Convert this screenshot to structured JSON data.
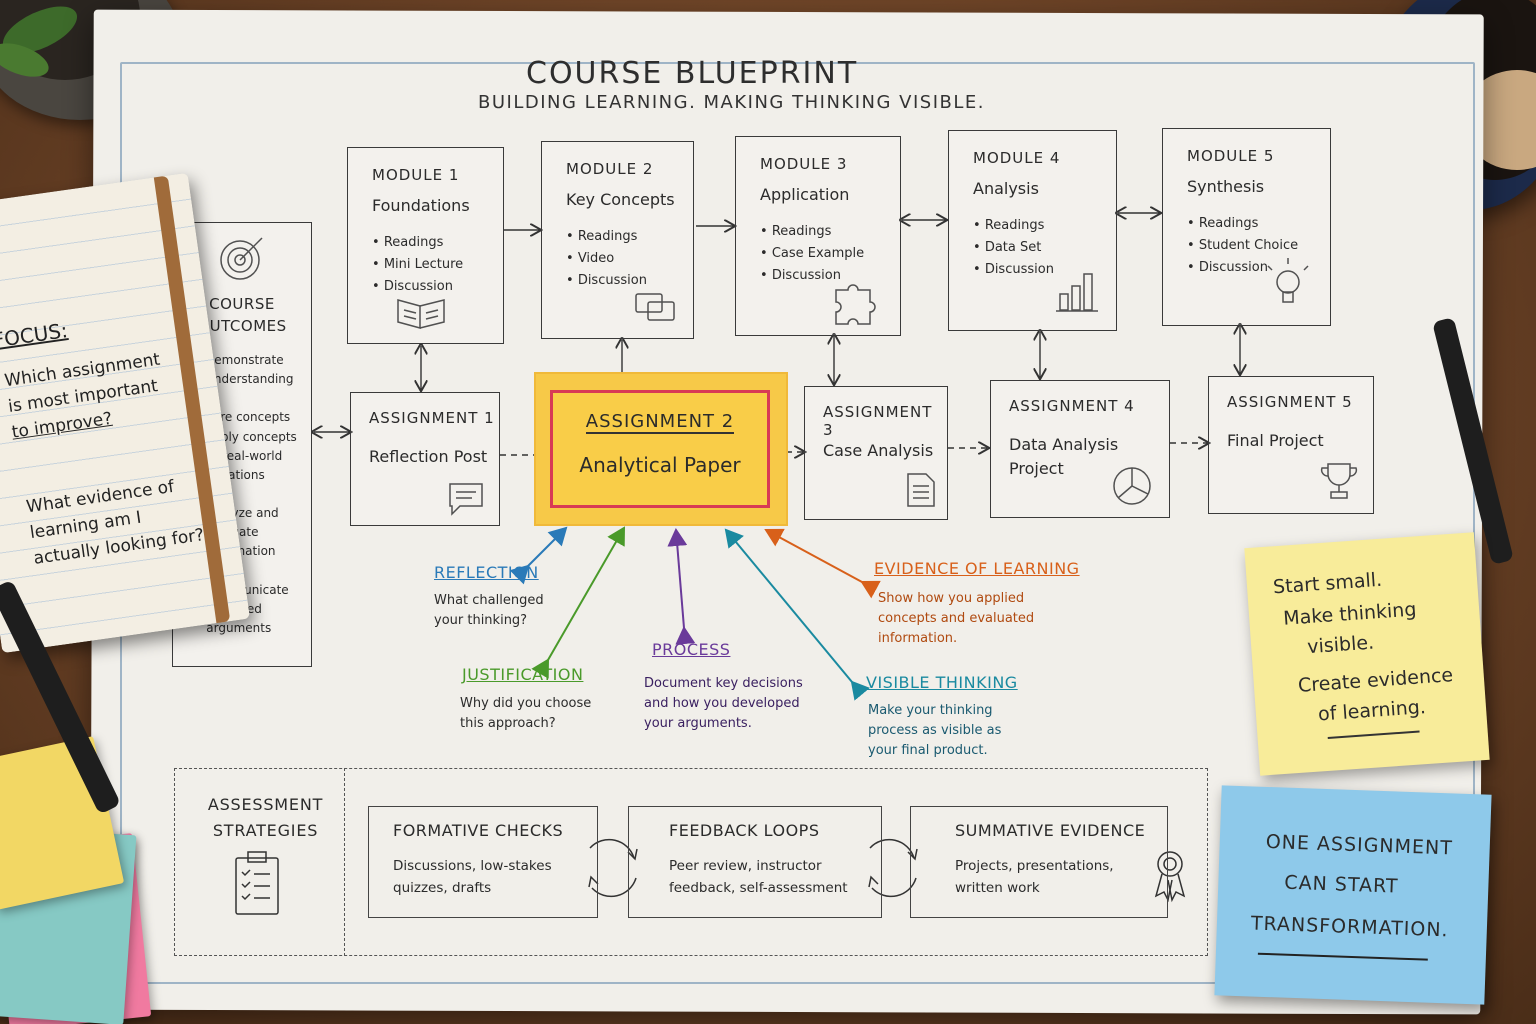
{
  "title": "COURSE BLUEPRINT",
  "subtitle": "BUILDING LEARNING.   MAKING THINKING VISIBLE.",
  "outcomes": {
    "heading_line1": "COURSE",
    "heading_line2": "OUTCOMES",
    "items": [
      [
        "Demonstrate",
        "understanding of",
        "core concepts"
      ],
      [
        "Apply concepts",
        "to real-world",
        "situations"
      ],
      [
        "Analyze and",
        "evaluate",
        "information"
      ],
      [
        "Communicate",
        "reasoned",
        "arguments"
      ]
    ]
  },
  "modules": [
    {
      "label": "MODULE 1",
      "name": "Foundations",
      "items": [
        "Readings",
        "Mini Lecture",
        "Discussion"
      ],
      "icon": "book-icon"
    },
    {
      "label": "MODULE 2",
      "name": "Key Concepts",
      "items": [
        "Readings",
        "Video",
        "Discussion"
      ],
      "icon": "chat-bubbles-icon"
    },
    {
      "label": "MODULE 3",
      "name": "Application",
      "items": [
        "Readings",
        "Case Example",
        "Discussion"
      ],
      "icon": "puzzle-icon"
    },
    {
      "label": "MODULE 4",
      "name": "Analysis",
      "items": [
        "Readings",
        "Data Set",
        "Discussion"
      ],
      "icon": "bar-chart-icon"
    },
    {
      "label": "MODULE 5",
      "name": "Synthesis",
      "items": [
        "Readings",
        "Student Choice",
        "Discussion"
      ],
      "icon": "lightbulb-icon"
    }
  ],
  "assignments": [
    {
      "label": "ASSIGNMENT 1",
      "name": "Reflection Post",
      "icon": "comment-icon"
    },
    {
      "label": "ASSIGNMENT 2",
      "name": "Analytical Paper",
      "icon": ""
    },
    {
      "label": "ASSIGNMENT 3",
      "name": "Case Analysis",
      "icon": "document-icon"
    },
    {
      "label": "ASSIGNMENT 4",
      "name_line1": "Data Analysis",
      "name_line2": "Project",
      "icon": "pie-chart-icon"
    },
    {
      "label": "ASSIGNMENT 5",
      "name": "Final Project",
      "icon": "trophy-icon"
    }
  ],
  "callouts": {
    "reflection": {
      "head": "REFLECTION",
      "lines": [
        "What challenged",
        "your thinking?"
      ],
      "color": "#2a7ab8"
    },
    "justification": {
      "head": "JUSTIFICATION",
      "lines": [
        "Why did you choose",
        "this approach?"
      ],
      "color": "#4a9a2a"
    },
    "process": {
      "head": "PROCESS",
      "lines": [
        "Document key decisions",
        "and how you developed",
        "your arguments."
      ],
      "color": "#6a3a9a"
    },
    "visible_thinking": {
      "head": "VISIBLE THINKING",
      "lines": [
        "Make your thinking",
        "process as visible as",
        "your final product."
      ],
      "color": "#1a8aa0"
    },
    "evidence": {
      "head": "EVIDENCE OF LEARNING",
      "lines": [
        "Show how you applied",
        "concepts and evaluated",
        "information."
      ],
      "color": "#d8601a"
    }
  },
  "assessment": {
    "heading_line1": "ASSESSMENT",
    "heading_line2": "STRATEGIES",
    "strategies": [
      {
        "head": "FORMATIVE CHECKS",
        "lines": [
          "Discussions, low-stakes",
          "quizzes, drafts"
        ]
      },
      {
        "head": "FEEDBACK LOOPS",
        "lines": [
          "Peer review, instructor",
          "feedback, self-assessment"
        ]
      },
      {
        "head": "SUMMATIVE EVIDENCE",
        "lines": [
          "Projects, presentations,",
          "written work"
        ]
      }
    ]
  },
  "notebook": {
    "focus": "FOCUS:",
    "q1": [
      "Which assignment",
      "is most important",
      "to improve?"
    ],
    "q2": [
      "What evidence of",
      "learning am I",
      "actually looking for?"
    ]
  },
  "sticky_yellow": [
    "Start small.",
    "Make thinking",
    "visible.",
    "Create evidence",
    "of learning."
  ],
  "sticky_blue": [
    "ONE ASSIGNMENT",
    "CAN START",
    "TRANSFORMATION."
  ]
}
